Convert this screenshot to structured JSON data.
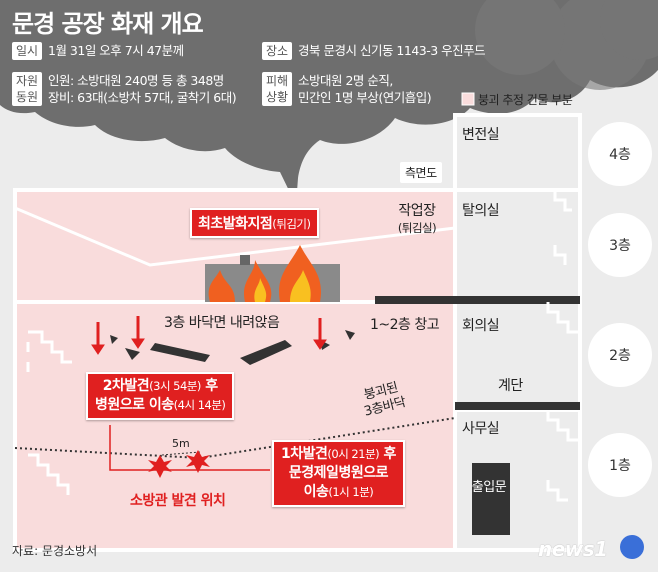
{
  "title": "문경 공장 화재 개요",
  "info": {
    "date_tag": "일시",
    "date": "1월 31일 오후 7시 47분께",
    "location_tag": "장소",
    "location": "경북 문경시 신기동 1143-3 우진푸드",
    "resources_tag_1": "자원",
    "resources_tag_2": "동원",
    "resources_line1": "인원: 소방대원 240명 등 총 348명",
    "resources_line2": "장비: 63대(소방차 57대, 굴착기 6대)",
    "damage_tag_1": "피해",
    "damage_tag_2": "상황",
    "damage_line1": "소방대원 2명 순직,",
    "damage_line2": "민간인 1명 부상(연기흡입)"
  },
  "legend": {
    "collapse_label": "붕괴 추정 건물 부분",
    "collapse_color": "#f9dcdc"
  },
  "floors": [
    "4층",
    "3층",
    "2층",
    "1층"
  ],
  "rooms": {
    "substation": "변전실",
    "dehydration": "탈의실",
    "workshop": "작업장",
    "workshop_sub": "(튀김실)",
    "side_view": "측면도",
    "meeting": "회의실",
    "stairs": "계단",
    "office": "사무실",
    "entrance": "출입문"
  },
  "annotations": {
    "origin_main": "최초발화지점",
    "origin_sub": "(튀김기)",
    "floor_collapse": "3층 바닥면 내려앉음",
    "warehouse": "1~2층 창고",
    "collapsed_floor_1": "붕괴된",
    "collapsed_floor_2": "3층바닥",
    "second_find_main1": "2차발견",
    "second_find_time1": "(3시 54분)",
    "second_find_after1": " 후",
    "second_find_main2": "병원으로 이송",
    "second_find_time2": "(4시 14분)",
    "first_find_main1": "1차발견",
    "first_find_time1": "(0시 21분)",
    "first_find_after1": " 후",
    "first_find_line2": "문경제일병원으로",
    "first_find_main3": "이송",
    "first_find_time3": "(1시 1분)",
    "distance": "5m",
    "firefighter_location": "소방관 발견 위치"
  },
  "source": "자료: 문경소방서",
  "logo": "news1",
  "colors": {
    "accent_red": "#e02020",
    "smoke": "#6d6d6d",
    "pink": "#f9dcdc"
  }
}
